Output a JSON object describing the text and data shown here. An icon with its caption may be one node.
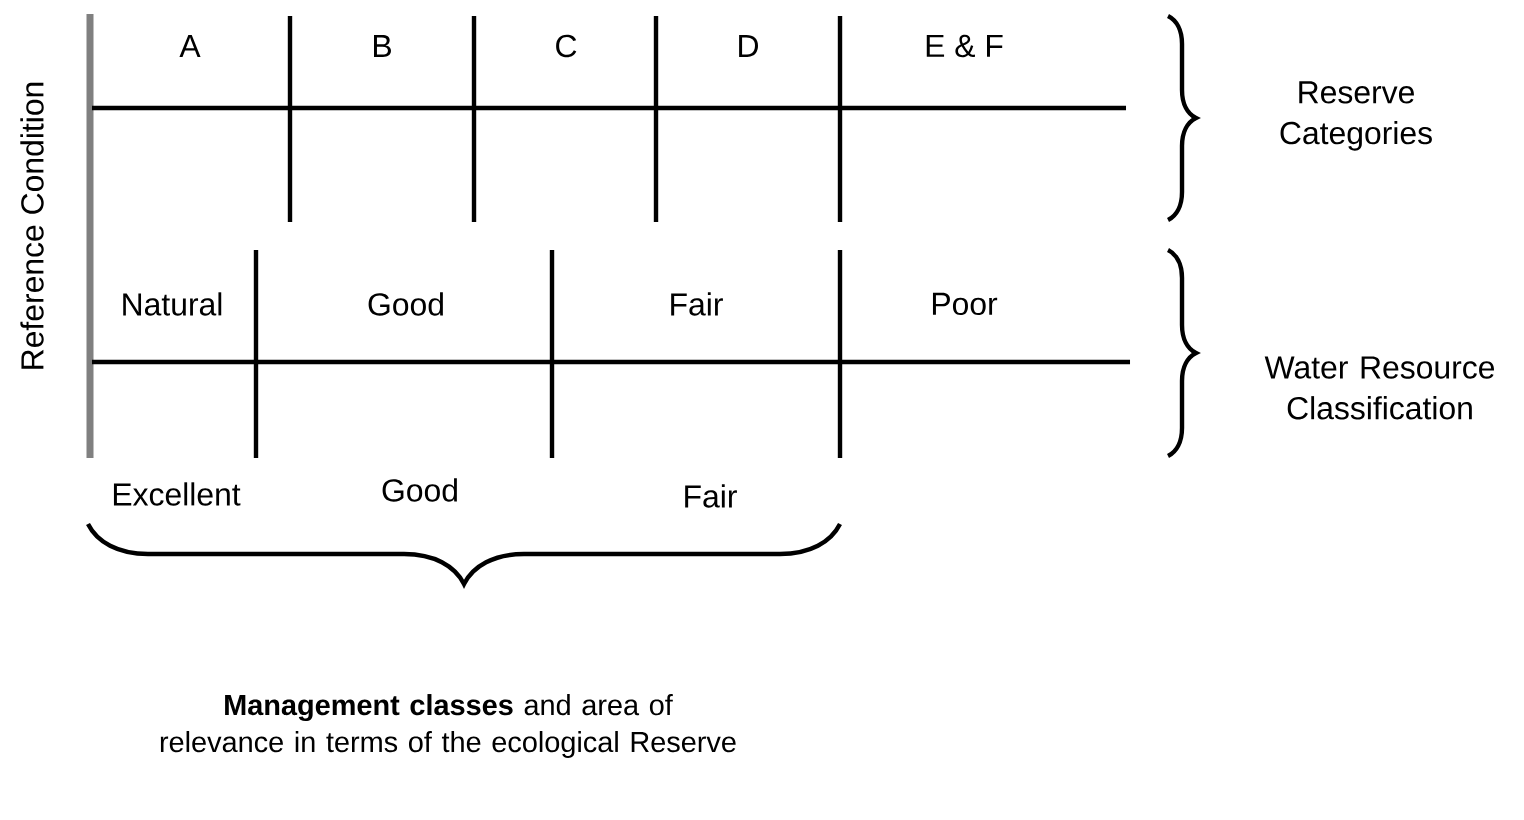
{
  "diagram": {
    "labels": [
      "Reference Condition",
      "A",
      "B",
      "C",
      "D",
      "E & F",
      "Reserve Categories",
      "Natural",
      "Good",
      "Fair",
      "Poor",
      "Water Resource Classification",
      "Excellent",
      "Good",
      "Fair",
      "**Management classes** and area of relevance in terms of the ecological Reserve"
    ]
  }
}
